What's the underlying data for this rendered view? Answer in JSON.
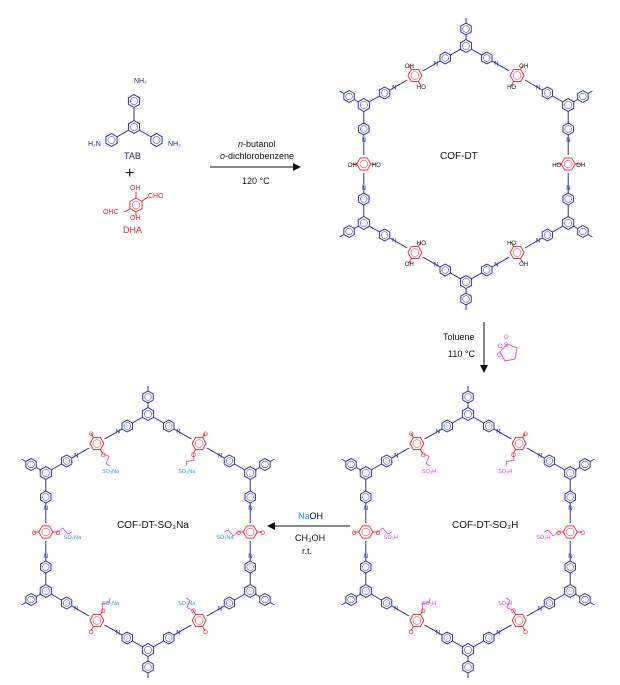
{
  "colors": {
    "framework": "#1a1aa8",
    "aldehyde": "#e8202a",
    "sultone": "#d83ad8",
    "sodium": "#1e9be0",
    "black": "#111111"
  },
  "reactants": {
    "tab_label": "TAB",
    "dha_label": "DHA",
    "plus": "+",
    "nh2": "NH₂",
    "h2n": "H₂N",
    "oh": "OH",
    "cho": "CHO",
    "ohc": "OHC"
  },
  "step1": {
    "solvent1_italic": "n",
    "solvent1_rest": "-butanol",
    "solvent2_italic": "o",
    "solvent2_rest": "-dichlorobenzene",
    "temperature": "120 °C"
  },
  "step2": {
    "solvent": "Toluene",
    "temperature": "110 °C",
    "sultone_o1": "O",
    "sultone_s": "S",
    "sultone_o2": "O",
    "sultone_o3": "O"
  },
  "step3": {
    "reagent_na": "Na",
    "reagent_oh": "OH",
    "solvent": "CH₃OH",
    "temperature": "r.t."
  },
  "products": {
    "cof_dt": "COF-DT",
    "cof_so3h": "COF-DT-SO₃H",
    "cof_so3na": "COF-DT-SO₃Na"
  },
  "atoms": {
    "n": "N",
    "oh": "OH",
    "ho": "HO",
    "o": "O",
    "so3h": "SO₃H",
    "hso3": "HO₃S",
    "so3na": "SO₃Na",
    "naso3": "NaO₃S"
  }
}
